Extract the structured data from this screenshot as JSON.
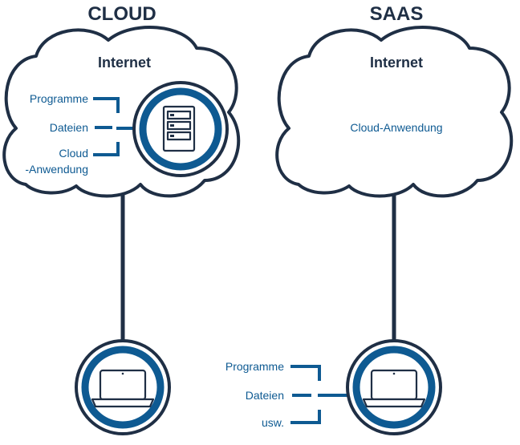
{
  "left": {
    "title": "CLOUD",
    "internet": "Internet",
    "labels": {
      "programs": "Programme",
      "files": "Dateien",
      "app_line1": "Cloud",
      "app_line2": "-Anwendung"
    }
  },
  "right": {
    "title": "SAAS",
    "internet": "Internet",
    "cloud_app": "Cloud-Anwendung",
    "labels": {
      "programs": "Programme",
      "files": "Dateien",
      "etc": "usw."
    }
  },
  "icons": {
    "left_server": "server-icon",
    "left_laptop": "laptop-icon",
    "right_laptop": "laptop-icon"
  },
  "colors": {
    "dark_navy": "#1f2f45",
    "accent_blue": "#0e5a92",
    "background": "#ffffff"
  }
}
